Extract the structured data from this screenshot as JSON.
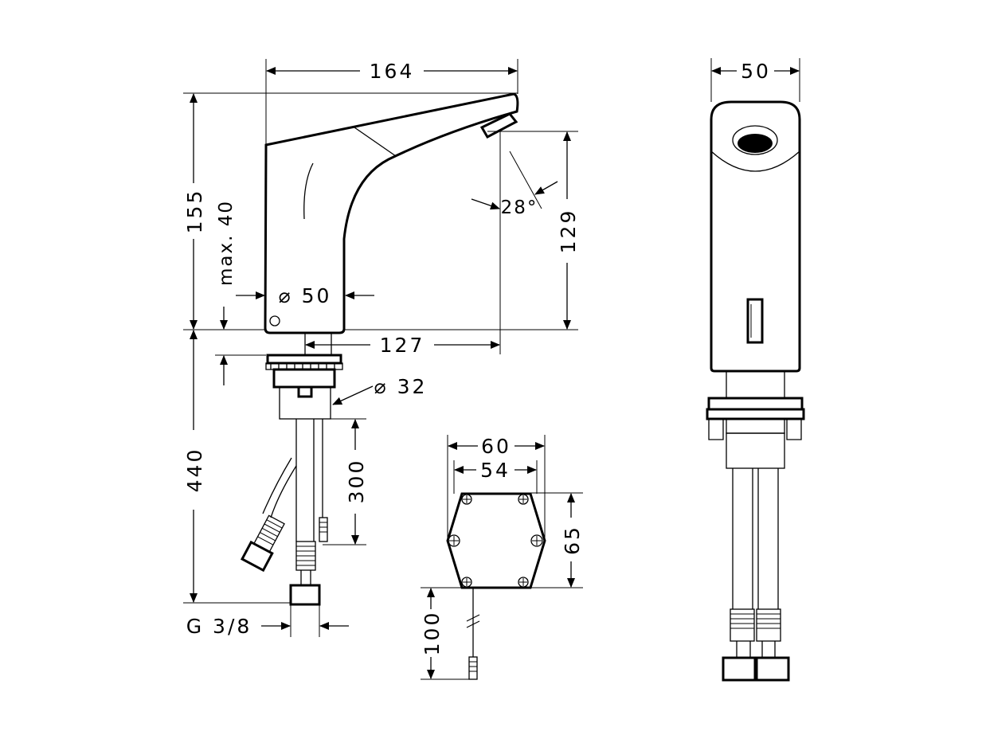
{
  "dimensions": {
    "width_164": "164",
    "height_155": "155",
    "max_40": "max. 40",
    "dia_50": "⌀ 50",
    "height_129": "129",
    "angle_28": "28°",
    "reach_127": "127",
    "dia_32": "⌀ 32",
    "length_440": "440",
    "length_300": "300",
    "thread": "G 3/8",
    "box_60": "60",
    "box_54": "54",
    "box_65": "65",
    "cable_100": "100",
    "side_50": "50"
  },
  "colors": {
    "line": "#000000",
    "background": "#ffffff"
  }
}
